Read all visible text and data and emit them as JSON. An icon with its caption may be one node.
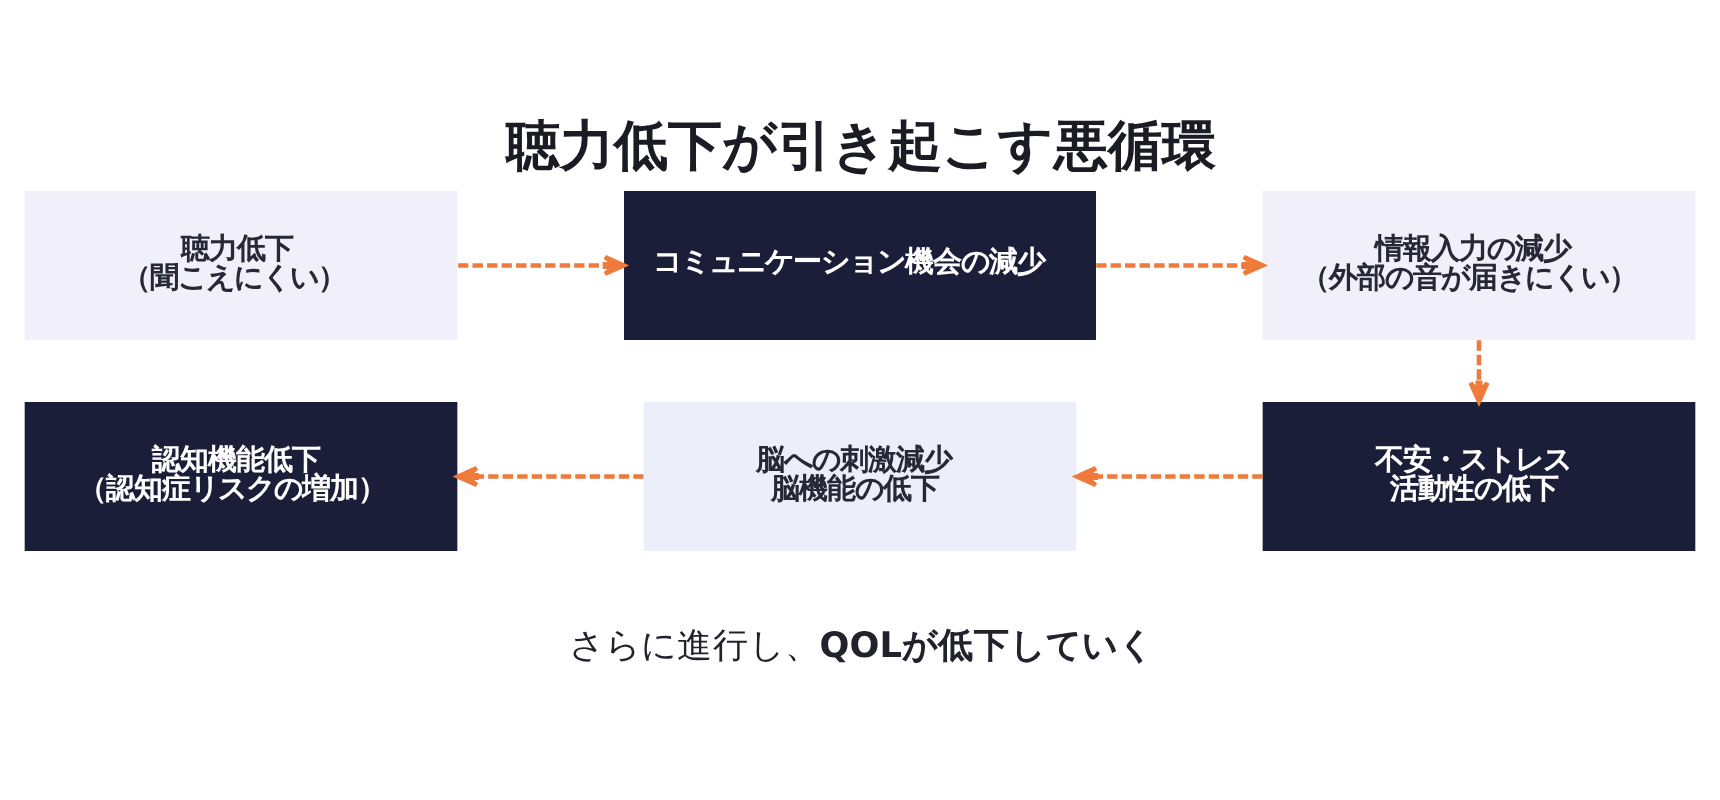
{
  "diagram": {
    "title": "聴力低下が引き起こす悪循環",
    "caption": "さらに進行し、**QOLが低下していく**",
    "nodes": [
      {
        "text": [
          "聴力低下",
          "（聞こえにくい）"
        ]
      },
      {
        "text": [
          "コミュニケーション機会の減少"
        ]
      },
      {
        "text": [
          "情報入力の減少",
          "（外部の音が届きにくい）"
        ]
      },
      {
        "text": [
          "不安・ストレス",
          "活動性の低下"
        ]
      },
      {
        "text": [
          "脳への刺激減少",
          "脳機能の低下"
        ]
      },
      {
        "text": [
          "認知機能低下",
          "（認知症リスクの増加）"
        ]
      }
    ],
    "edges": [
      {
        "from": 0,
        "to": 1,
        "arrow": "to",
        "style": "dashed"
      },
      {
        "from": 1,
        "to": 2,
        "arrow": "to",
        "style": "dashed"
      },
      {
        "from": 2,
        "to": 3,
        "arrow": "to",
        "style": "dashed"
      },
      {
        "from": 3,
        "to": 4,
        "arrow": "to",
        "style": "dashed"
      },
      {
        "from": 4,
        "to": 5,
        "arrow": "to",
        "style": "dashed"
      }
    ]
  }
}
